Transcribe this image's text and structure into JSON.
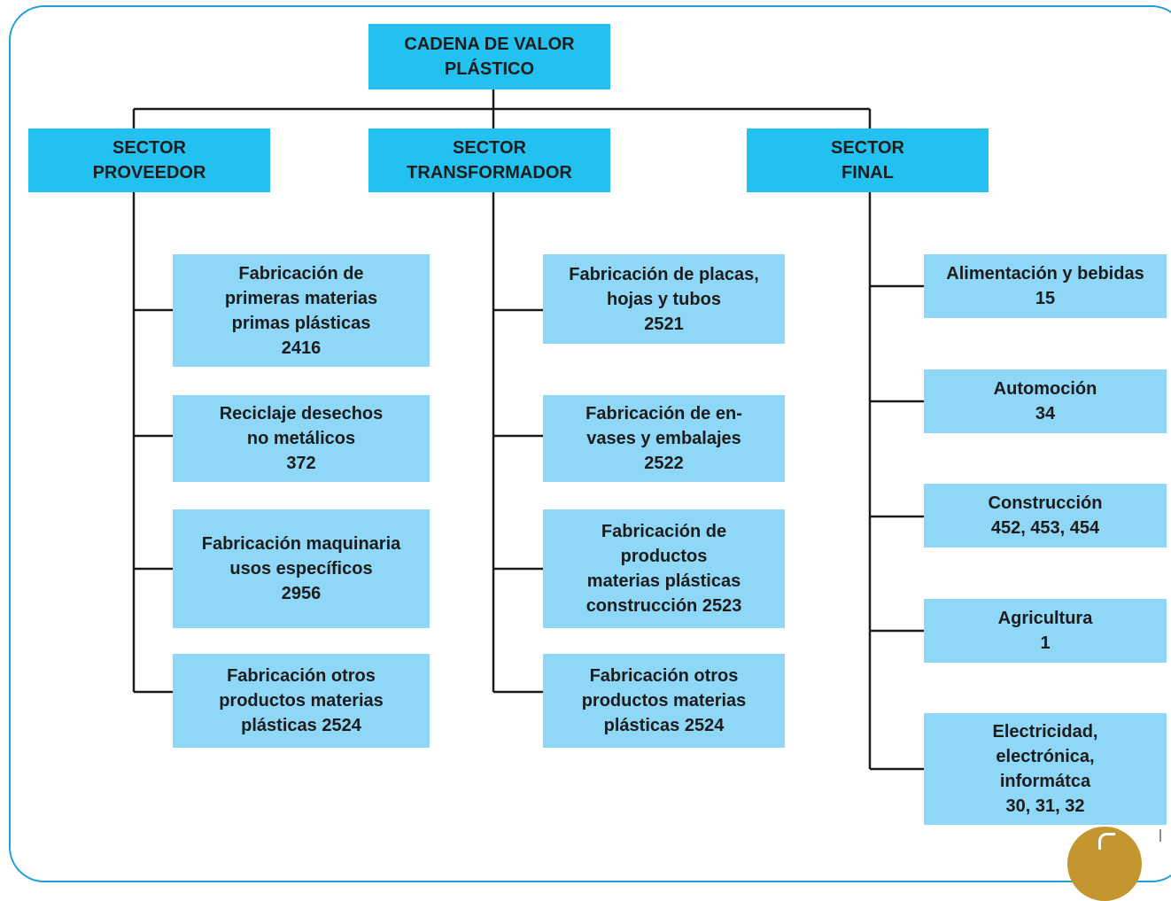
{
  "root": {
    "label": "CADENA DE VALOR\nPLÁSTICO"
  },
  "sectors": [
    {
      "label": "SECTOR\nPROVEEDOR",
      "items": [
        "Fabricación de\nprimeras materias\nprimas plásticas\n2416",
        "Reciclaje desechos\nno metálicos\n372",
        "Fabricación maquinaria\nusos específicos\n2956",
        "Fabricación otros\nproductos materias\nplásticas 2524"
      ]
    },
    {
      "label": "SECTOR\nTRANSFORMADOR",
      "items": [
        "Fabricación de placas,\nhojas y tubos\n2521",
        "Fabricación de en-\nvases y embalajes\n2522",
        "Fabricación de\nproductos\nmaterias plásticas\nconstrucción 2523",
        "Fabricación otros\nproductos materias\nplásticas 2524"
      ]
    },
    {
      "label": "SECTOR\nFINAL",
      "items": [
        "Alimentación y bebidas\n15",
        "Automoción\n34",
        "Construcción\n452, 453, 454",
        "Agricultura\n1",
        "Electricidad,\nelectrónica,\ninformátca\n30, 31, 32"
      ]
    }
  ],
  "colors": {
    "header": "#22c1ef",
    "leaf": "#8ed7f7",
    "frame": "#1da0d8",
    "connector": "#1a1a1a",
    "badge": "#c4962f"
  }
}
